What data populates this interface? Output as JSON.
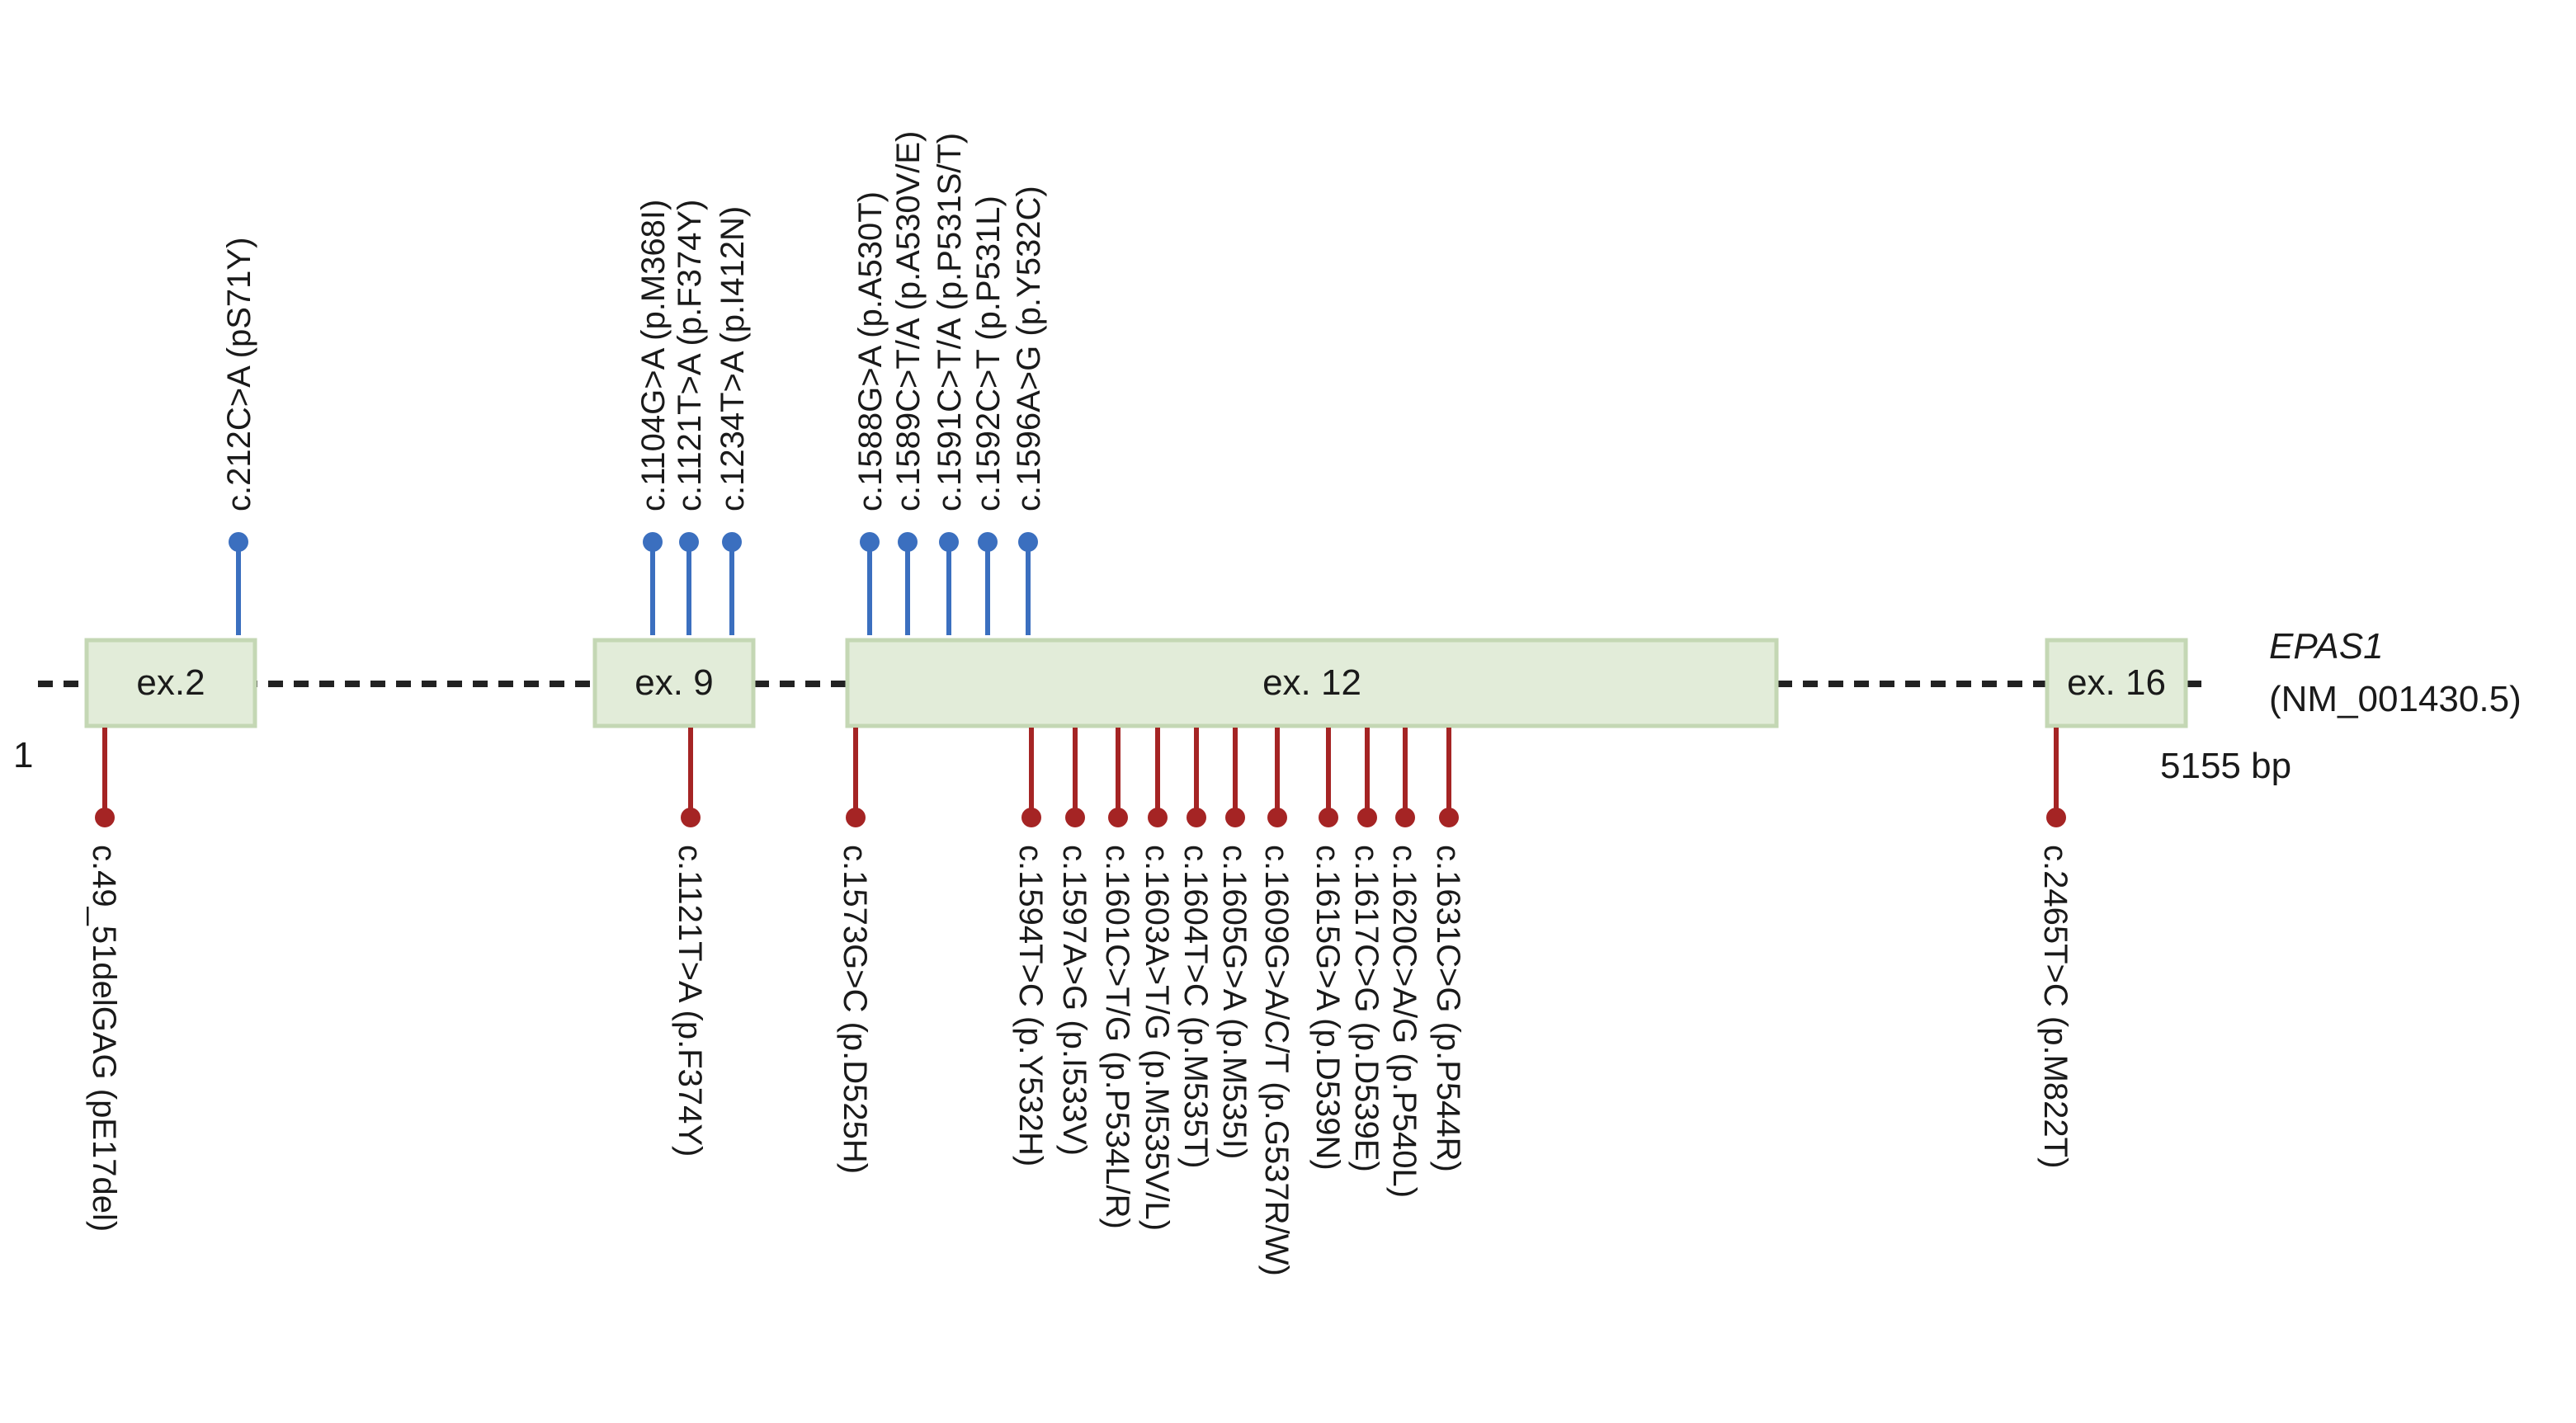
{
  "gene": {
    "name": "EPAS1",
    "transcript": "(NM_001430.5)",
    "start_label": "1",
    "length_label": "5155 bp"
  },
  "exons": [
    {
      "id": "ex2",
      "label": "ex.2"
    },
    {
      "id": "ex9",
      "label": "ex. 9"
    },
    {
      "id": "ex12",
      "label": "ex. 12"
    },
    {
      "id": "ex16",
      "label": "ex. 16"
    }
  ],
  "colors": {
    "exon_fill": "#e2ecd9",
    "exon_stroke": "#c4d7b4",
    "above_marker": "#3b6fbf",
    "below_marker": "#a52424",
    "backbone": "#222222"
  },
  "mutations_above": [
    {
      "id": "m-212",
      "label": "c.212C>A (pS71Y)"
    },
    {
      "id": "m-1104",
      "label": "c.1104G>A (p.M368I)"
    },
    {
      "id": "m-1121a",
      "label": "c.1121T>A (p.F374Y)"
    },
    {
      "id": "m-1234",
      "label": "c.1234T>A (p.I412N)"
    },
    {
      "id": "m-1588",
      "label": "c.1588G>A (p.A530T)"
    },
    {
      "id": "m-1589",
      "label": "c.1589C>T/A (p.A530V/E)"
    },
    {
      "id": "m-1591",
      "label": "c.1591C>T/A (p.P531S/T)"
    },
    {
      "id": "m-1592",
      "label": "c.1592C>T (p.P531L)"
    },
    {
      "id": "m-1596",
      "label": "c.1596A>G (p.Y532C)"
    }
  ],
  "mutations_below": [
    {
      "id": "m-49",
      "label": "c.49_51delGAG (pE17del)"
    },
    {
      "id": "m-1121b",
      "label": "c.1121T>A (p.F374Y)"
    },
    {
      "id": "m-1573",
      "label": "c.1573G>C (p.D525H)"
    },
    {
      "id": "m-1594",
      "label": "c.1594T>C (p.Y532H)"
    },
    {
      "id": "m-1597",
      "label": "c.1597A>G (p.I533V)"
    },
    {
      "id": "m-1601",
      "label": "c.1601C>T/G (p.P534L/R)"
    },
    {
      "id": "m-1603",
      "label": "c.1603A>T/G (p.M535V/L)"
    },
    {
      "id": "m-1604",
      "label": "c.1604T>C (p.M535T)"
    },
    {
      "id": "m-1605",
      "label": "c.1605G>A (p.M535I)"
    },
    {
      "id": "m-1609",
      "label": "c.1609G>A/C/T (p.G537R/W)"
    },
    {
      "id": "m-1615",
      "label": "c.1615G>A (p.D539N)"
    },
    {
      "id": "m-1617",
      "label": "c.1617C>G (p.D539E)"
    },
    {
      "id": "m-1620",
      "label": "c.1620C>A/G (p.P540L)"
    },
    {
      "id": "m-1631",
      "label": "c.1631C>G (p.P544R)"
    },
    {
      "id": "m-2465",
      "label": "c.2465T>C (p.M822T)"
    }
  ]
}
